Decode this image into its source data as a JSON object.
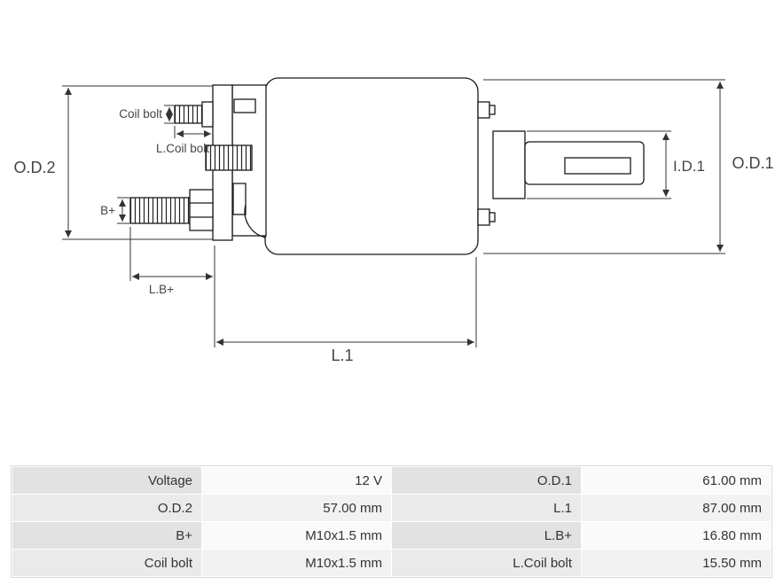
{
  "diagram": {
    "labels": {
      "od2": "O.D.2",
      "od1": "O.D.1",
      "id1": "I.D.1",
      "l1": "L.1",
      "lb_plus": "L.B+",
      "b_plus": "B+",
      "coil_bolt": "Coil bolt",
      "l_coil_bolt": "L.Coil bolt"
    },
    "colors": {
      "line": "#1a1a1a",
      "dimension": "#333333",
      "label_text": "#444444"
    }
  },
  "table": {
    "colors": {
      "label_cell_bg": "#e2e2e2",
      "value_cell_bg": "#fafafa",
      "text": "#333333"
    },
    "rows": [
      {
        "cells": [
          "Voltage",
          "12 V",
          "O.D.1",
          "61.00 mm"
        ]
      },
      {
        "cells": [
          "O.D.2",
          "57.00 mm",
          "L.1",
          "87.00 mm"
        ]
      },
      {
        "cells": [
          "B+",
          "M10x1.5 mm",
          "L.B+",
          "16.80 mm"
        ]
      },
      {
        "cells": [
          "Coil bolt",
          "M10x1.5 mm",
          "L.Coil bolt",
          "15.50 mm"
        ]
      }
    ]
  }
}
